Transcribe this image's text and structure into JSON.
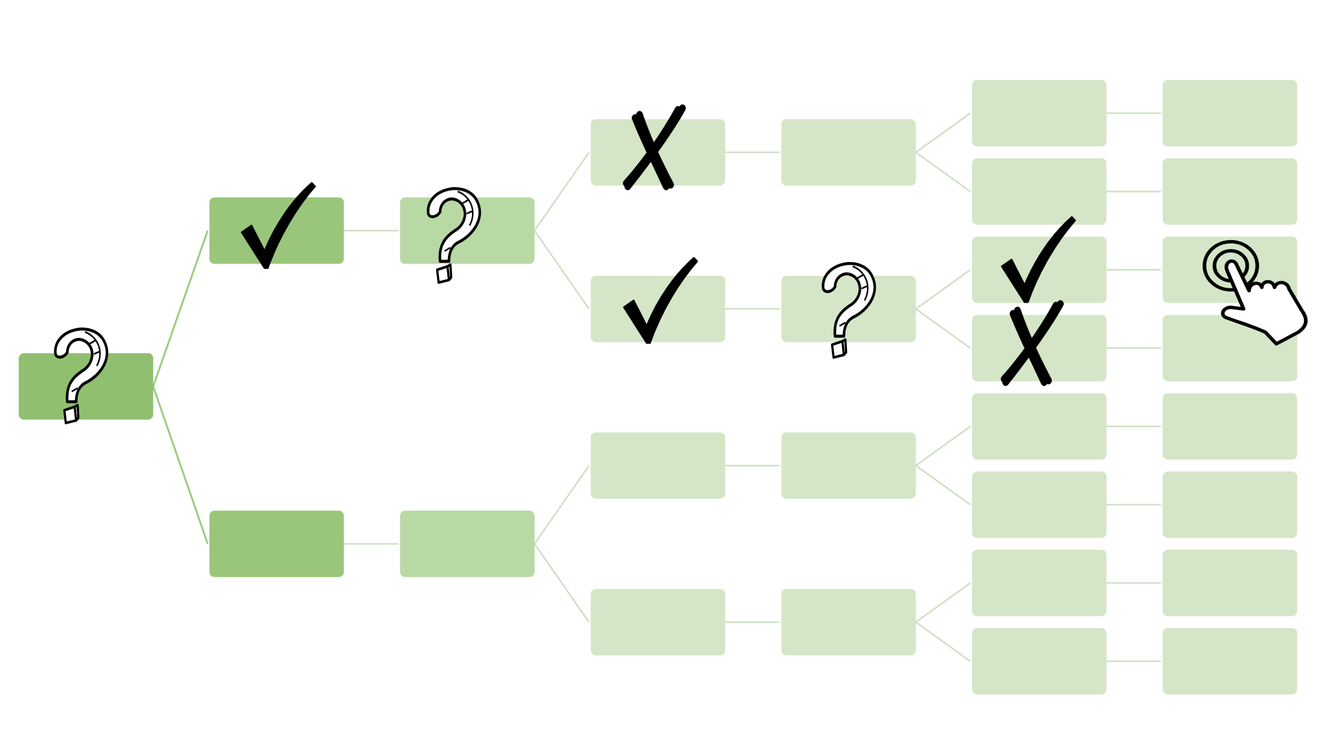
{
  "colors": {
    "background": "#ffffff",
    "level_fills": [
      "#8fbf6f",
      "#9ac67b",
      "#b8d8a4",
      "#d4e6c7",
      "#d4e6c7",
      "#d4e6c7",
      "#d4e6c7"
    ],
    "connector_primary": "#9ccb80",
    "connector_secondary": "#cddfc2",
    "mark_stroke": "#000000"
  },
  "tree": {
    "levels": 7,
    "nodes": [
      {
        "id": "n0",
        "level": 0,
        "row": 0,
        "parent": null,
        "mark": "question-icon"
      },
      {
        "id": "n1a",
        "level": 1,
        "row": 0,
        "parent": "n0",
        "mark": "check-icon"
      },
      {
        "id": "n1b",
        "level": 1,
        "row": 1,
        "parent": "n0",
        "mark": null
      },
      {
        "id": "n2a",
        "level": 2,
        "row": 0,
        "parent": "n1a",
        "mark": "question-icon"
      },
      {
        "id": "n2b",
        "level": 2,
        "row": 1,
        "parent": "n1b",
        "mark": null
      },
      {
        "id": "n3a",
        "level": 3,
        "row": 0,
        "parent": "n2a",
        "mark": "cross-icon"
      },
      {
        "id": "n3b",
        "level": 3,
        "row": 1,
        "parent": "n2a",
        "mark": "check-icon"
      },
      {
        "id": "n3c",
        "level": 3,
        "row": 2,
        "parent": "n2b",
        "mark": null
      },
      {
        "id": "n3d",
        "level": 3,
        "row": 3,
        "parent": "n2b",
        "mark": null
      },
      {
        "id": "n4a",
        "level": 4,
        "row": 0,
        "parent": "n3a",
        "mark": null
      },
      {
        "id": "n4b",
        "level": 4,
        "row": 1,
        "parent": "n3b",
        "mark": "question-icon"
      },
      {
        "id": "n4c",
        "level": 4,
        "row": 2,
        "parent": "n3c",
        "mark": null
      },
      {
        "id": "n4d",
        "level": 4,
        "row": 3,
        "parent": "n3d",
        "mark": null
      },
      {
        "id": "n5a",
        "level": 5,
        "row": 0,
        "parent": "n4a",
        "mark": null
      },
      {
        "id": "n5b",
        "level": 5,
        "row": 1,
        "parent": "n4a",
        "mark": null
      },
      {
        "id": "n5c",
        "level": 5,
        "row": 2,
        "parent": "n4b",
        "mark": "check-icon"
      },
      {
        "id": "n5d",
        "level": 5,
        "row": 3,
        "parent": "n4b",
        "mark": "cross-icon"
      },
      {
        "id": "n5e",
        "level": 5,
        "row": 4,
        "parent": "n4c",
        "mark": null
      },
      {
        "id": "n5f",
        "level": 5,
        "row": 5,
        "parent": "n4c",
        "mark": null
      },
      {
        "id": "n5g",
        "level": 5,
        "row": 6,
        "parent": "n4d",
        "mark": null
      },
      {
        "id": "n5h",
        "level": 5,
        "row": 7,
        "parent": "n4d",
        "mark": null
      },
      {
        "id": "n6a",
        "level": 6,
        "row": 0,
        "parent": "n5a",
        "mark": null
      },
      {
        "id": "n6b",
        "level": 6,
        "row": 1,
        "parent": "n5b",
        "mark": null
      },
      {
        "id": "n6c",
        "level": 6,
        "row": 2,
        "parent": "n5c",
        "mark": "pointer-hand-icon"
      },
      {
        "id": "n6d",
        "level": 6,
        "row": 3,
        "parent": "n5d",
        "mark": null
      },
      {
        "id": "n6e",
        "level": 6,
        "row": 4,
        "parent": "n5e",
        "mark": null
      },
      {
        "id": "n6f",
        "level": 6,
        "row": 5,
        "parent": "n5f",
        "mark": null
      },
      {
        "id": "n6g",
        "level": 6,
        "row": 6,
        "parent": "n5g",
        "mark": null
      },
      {
        "id": "n6h",
        "level": 6,
        "row": 7,
        "parent": "n5h",
        "mark": null
      }
    ]
  }
}
